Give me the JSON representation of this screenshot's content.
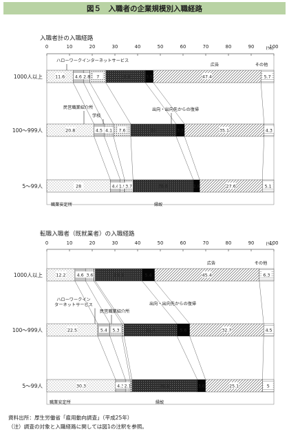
{
  "figure_title": "図５　入職者の企業規模別入職経路",
  "source_line": "資料出所：厚生労働省「雇用動向調査」（平成25年）",
  "note_line": "（注）調査の対象と入職経路に関しては図1の注釈を参照。",
  "chart_data": [
    {
      "type": "bar",
      "stacked": true,
      "orientation": "horizontal",
      "title": "入職者計の入職経路",
      "unit": "(%)",
      "xlim": [
        0,
        100
      ],
      "ticks": [
        0,
        10,
        20,
        30,
        40,
        50,
        60,
        70,
        80,
        90,
        100
      ],
      "categories": [
        "1000人以上",
        "100～999人",
        "5～99人"
      ],
      "series": [
        {
          "name": "職業安定所",
          "values": [
            11.6,
            20.8,
            28.0
          ],
          "label_shown": [
            true,
            true,
            true
          ]
        },
        {
          "name": "ハローワークインターネットサービス",
          "values": [
            4.6,
            4.5,
            4.4
          ],
          "label_shown": [
            true,
            true,
            true
          ]
        },
        {
          "name": "民営職業紹介所",
          "values": [
            2.8,
            4.1,
            1.9
          ],
          "label_shown": [
            true,
            true,
            true
          ]
        },
        {
          "name": "学校",
          "values": [
            7.0,
            7.6,
            3.7
          ],
          "label_shown": [
            true,
            true,
            true
          ]
        },
        {
          "name": "縁故",
          "values": [
            17.4,
            20.0,
            26.6
          ],
          "label_shown": [
            true,
            true,
            true
          ]
        },
        {
          "name": "出向・出向先からの復帰",
          "values": [
            3.5,
            3.7,
            2.8
          ],
          "label_shown": [
            true,
            true,
            true
          ]
        },
        {
          "name": "広告",
          "values": [
            47.4,
            35.1,
            27.6
          ],
          "label_shown": [
            true,
            true,
            true
          ]
        },
        {
          "name": "その他",
          "values": [
            5.7,
            4.3,
            5.1
          ],
          "label_shown": [
            true,
            true,
            true
          ]
        }
      ]
    },
    {
      "type": "bar",
      "stacked": true,
      "orientation": "horizontal",
      "title": "転職入職者（既就業者）の入職経路",
      "unit": "(%)",
      "xlim": [
        0,
        100
      ],
      "ticks": [
        0,
        10,
        20,
        30,
        40,
        50,
        60,
        70,
        80,
        90,
        100
      ],
      "categories": [
        "1000人以上",
        "100～999人",
        "5～99人"
      ],
      "series": [
        {
          "name": "職業安定所",
          "values": [
            12.2,
            22.5,
            30.3
          ],
          "label_shown": [
            true,
            true,
            true
          ]
        },
        {
          "name": "ハローワークインターネットサービス",
          "values": [
            4.6,
            5.4,
            4.3
          ],
          "label_shown": [
            true,
            true,
            true
          ]
        },
        {
          "name": "民営職業紹介所",
          "values": [
            3.6,
            5.3,
            2.1
          ],
          "label_shown": [
            true,
            true,
            true
          ]
        },
        {
          "name": "学校",
          "values": [
            0.6,
            0.9,
            0.8
          ],
          "label_shown": [
            false,
            false,
            false
          ]
        },
        {
          "name": "縁故",
          "values": [
            20.3,
            23.4,
            28.8
          ],
          "label_shown": [
            true,
            true,
            true
          ]
        },
        {
          "name": "出向・出向先からの復帰",
          "values": [
            5.4,
            5.6,
            3.6
          ],
          "label_shown": [
            true,
            true,
            true
          ]
        },
        {
          "name": "広告",
          "values": [
            45.4,
            32.7,
            25.1
          ],
          "label_shown": [
            true,
            true,
            true
          ]
        },
        {
          "name": "その他",
          "values": [
            6.3,
            4.5,
            5.0
          ],
          "label_shown": [
            true,
            true,
            true
          ]
        }
      ]
    }
  ],
  "annotations": [
    {
      "chart": 0,
      "text": "ハローワークインターネットサービス",
      "series": 1,
      "row": 0
    },
    {
      "chart": 0,
      "text": "広告",
      "series": 6,
      "row": 0
    },
    {
      "chart": 0,
      "text": "その他",
      "series": 7,
      "row": 0
    },
    {
      "chart": 0,
      "text": "民営職業紹介所",
      "series": 2,
      "row": 1
    },
    {
      "chart": 0,
      "text": "学校",
      "series": 3,
      "row": 1
    },
    {
      "chart": 0,
      "text": "出向・出向先からの復帰",
      "series": 5,
      "row": 1
    },
    {
      "chart": 0,
      "text": "職業安定所",
      "series": 0,
      "row": 2
    },
    {
      "chart": 0,
      "text": "縁故",
      "series": 4,
      "row": 2
    },
    {
      "chart": 1,
      "text": "広告",
      "series": 6,
      "row": 0
    },
    {
      "chart": 1,
      "text": "その他",
      "series": 7,
      "row": 0
    },
    {
      "chart": 1,
      "text": "出向・出向先からの復帰",
      "series": 5,
      "row": 0
    },
    {
      "chart": 1,
      "text": "ハローワークイン\nターネットサービス",
      "series": 1,
      "row": 1
    },
    {
      "chart": 1,
      "text": "民営職業紹介所",
      "series": 2,
      "row": 1
    },
    {
      "chart": 1,
      "text": "職業安定所",
      "series": 0,
      "row": 2
    },
    {
      "chart": 1,
      "text": "縁故",
      "series": 4,
      "row": 2
    }
  ]
}
